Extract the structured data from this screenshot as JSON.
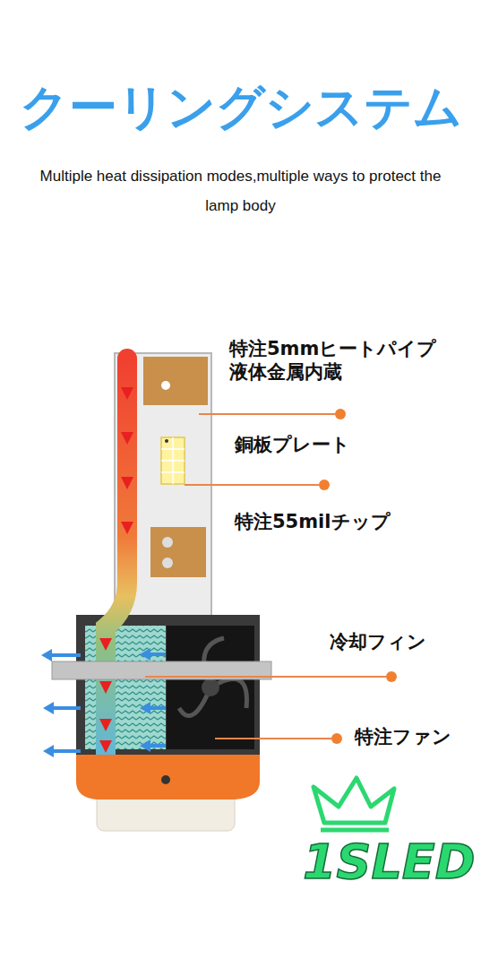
{
  "diagram": {
    "title": "クーリングシステム",
    "labels": [
      "Multiple heat dissipation modes,multiple ways to protect the lamp body",
      "特注5mmヒートパイプ 液体金属内蔵",
      "銅板プレート",
      "特注55milチップ",
      "冷却フィン",
      "特注ファン",
      "1SLED"
    ]
  }
}
